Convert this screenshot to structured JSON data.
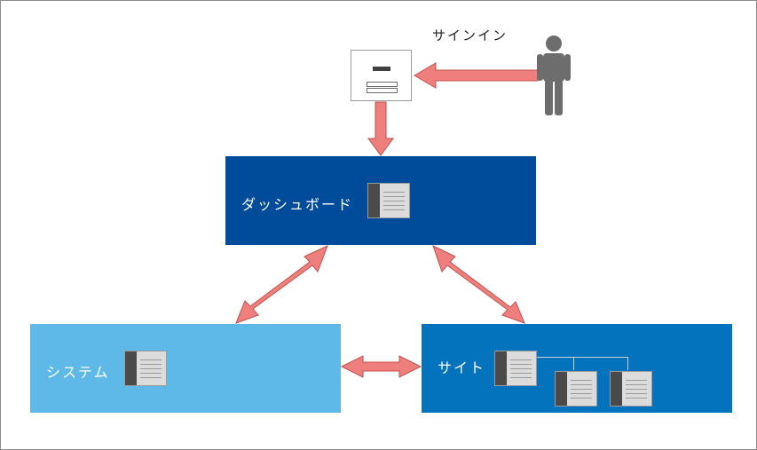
{
  "labels": {
    "signin": "サインイン",
    "dashboard": "ダッシュボード",
    "system": "システム",
    "site": "サイト"
  },
  "colors": {
    "dashboard_fill": "#004b9a",
    "system_fill": "#5eb9e9",
    "site_fill": "#0373bd",
    "arrow_fill": "#ef7f7c",
    "arrow_stroke": "#c0504d",
    "person": "#6d6d6d",
    "icon_dark": "#4a4a4a",
    "icon_light": "#dcdcdc"
  },
  "icons": {
    "person": "person-icon",
    "login_form": "login-form-icon",
    "page": "page-icon"
  }
}
